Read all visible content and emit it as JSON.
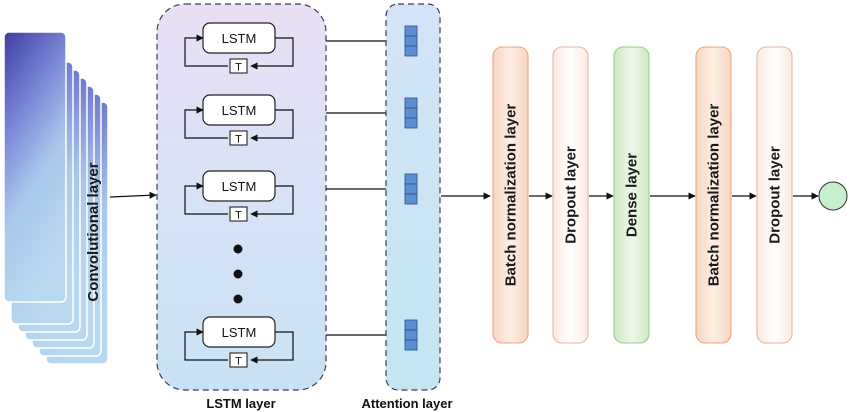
{
  "lstm_layer": {
    "title": "LSTM layer",
    "cell_label": "LSTM",
    "gate_label": "T",
    "cell_count_shown": 4
  },
  "attention_layer": {
    "title": "Attention layer"
  },
  "conv_layer": {
    "label": "Convolutional layer"
  },
  "layers": [
    {
      "label": "Batch normalization layer",
      "color": "#fbe5d6"
    },
    {
      "label": "Dropout layer",
      "color": "#fff4f0"
    },
    {
      "label": "Dense layer",
      "color": "#dff0d8"
    },
    {
      "label": "Batch normalization layer",
      "color": "#fbe5d6"
    },
    {
      "label": "Dropout layer",
      "color": "#fff4f0"
    }
  ],
  "colors": {
    "attention_cell": "#5b8fd1",
    "output_node": "#c6efce"
  }
}
